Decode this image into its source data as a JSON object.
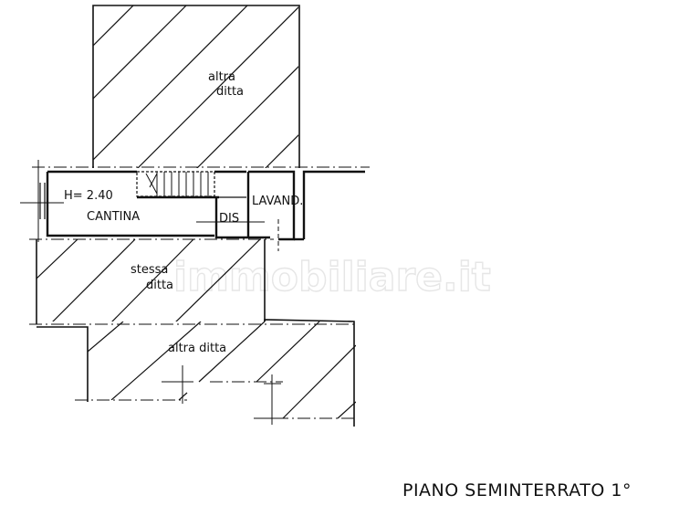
{
  "plan": {
    "title": "PIANO  SEMINTERRATO  1°",
    "watermark": "immobiliare.it",
    "rooms": [
      {
        "name": "CANTINA",
        "height_label": "H= 2.40"
      },
      {
        "name": "DIS"
      },
      {
        "name": "LAVAND."
      }
    ],
    "areas": [
      {
        "line1": "altra",
        "line2": "ditta"
      },
      {
        "line1": "stessa",
        "line2": "ditta"
      },
      {
        "line1": "altra  ditta"
      }
    ]
  },
  "colors": {
    "ink": "#111111",
    "background": "#ffffff",
    "watermark": "#e6e6e6"
  }
}
